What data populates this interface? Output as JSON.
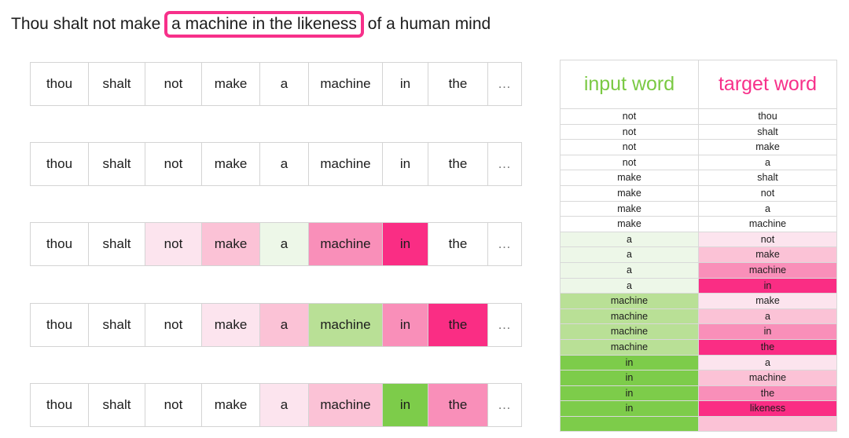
{
  "title": {
    "before": "Thou shalt not make",
    "highlight": "a machine in the likeness",
    "after": "of a human mind",
    "highlight_color": "#f7308a"
  },
  "palette": {
    "green_full": "#7dcc4a",
    "green_mid": "#b9e096",
    "green_light": "#d9eec6",
    "green_faint": "#edf7e8",
    "pink_full": "#fa2d84",
    "pink_mid": "#f98fb9",
    "pink_light": "#fbc2d6",
    "pink_faint": "#fce4ee",
    "white": "#ffffff"
  },
  "strips": {
    "words": [
      "thou",
      "shalt",
      "not",
      "make",
      "a",
      "machine",
      "in",
      "the",
      "…"
    ],
    "rows": [
      {
        "id": "strip-1",
        "highlights": [
          "#ffffff",
          "#ffffff",
          "#ffffff",
          "#ffffff",
          "#ffffff",
          "#ffffff",
          "#ffffff",
          "#ffffff",
          "#ffffff"
        ]
      },
      {
        "id": "strip-2",
        "highlights": [
          "#ffffff",
          "#ffffff",
          "#ffffff",
          "#ffffff",
          "#ffffff",
          "#ffffff",
          "#ffffff",
          "#ffffff",
          "#ffffff"
        ]
      },
      {
        "id": "strip-3",
        "highlights": [
          "#ffffff",
          "#ffffff",
          "#fce4ee",
          "#fbc2d6",
          "#edf7e8",
          "#f98fb9",
          "#fa2d84",
          "#ffffff",
          "#ffffff"
        ]
      },
      {
        "id": "strip-4",
        "highlights": [
          "#ffffff",
          "#ffffff",
          "#ffffff",
          "#fce4ee",
          "#fbc2d6",
          "#b9e096",
          "#f98fb9",
          "#fa2d84",
          "#ffffff"
        ]
      },
      {
        "id": "strip-5",
        "highlights": [
          "#ffffff",
          "#ffffff",
          "#ffffff",
          "#ffffff",
          "#fce4ee",
          "#fbc2d6",
          "#7dcc4a",
          "#f98fb9",
          "#ffffff"
        ]
      }
    ]
  },
  "table": {
    "headers": {
      "input": "input word",
      "target": "target word"
    },
    "rows": [
      {
        "input": "not",
        "target": "thou",
        "input_bg": "#ffffff",
        "target_bg": "#ffffff"
      },
      {
        "input": "not",
        "target": "shalt",
        "input_bg": "#ffffff",
        "target_bg": "#ffffff"
      },
      {
        "input": "not",
        "target": "make",
        "input_bg": "#ffffff",
        "target_bg": "#ffffff"
      },
      {
        "input": "not",
        "target": "a",
        "input_bg": "#ffffff",
        "target_bg": "#ffffff"
      },
      {
        "input": "make",
        "target": "shalt",
        "input_bg": "#ffffff",
        "target_bg": "#ffffff"
      },
      {
        "input": "make",
        "target": "not",
        "input_bg": "#ffffff",
        "target_bg": "#ffffff"
      },
      {
        "input": "make",
        "target": "a",
        "input_bg": "#ffffff",
        "target_bg": "#ffffff"
      },
      {
        "input": "make",
        "target": "machine",
        "input_bg": "#ffffff",
        "target_bg": "#ffffff"
      },
      {
        "input": "a",
        "target": "not",
        "input_bg": "#edf7e8",
        "target_bg": "#fce4ee"
      },
      {
        "input": "a",
        "target": "make",
        "input_bg": "#edf7e8",
        "target_bg": "#fbc2d6"
      },
      {
        "input": "a",
        "target": "machine",
        "input_bg": "#edf7e8",
        "target_bg": "#f98fb9"
      },
      {
        "input": "a",
        "target": "in",
        "input_bg": "#edf7e8",
        "target_bg": "#fa2d84"
      },
      {
        "input": "machine",
        "target": "make",
        "input_bg": "#b9e096",
        "target_bg": "#fce4ee"
      },
      {
        "input": "machine",
        "target": "a",
        "input_bg": "#b9e096",
        "target_bg": "#fbc2d6"
      },
      {
        "input": "machine",
        "target": "in",
        "input_bg": "#b9e096",
        "target_bg": "#f98fb9"
      },
      {
        "input": "machine",
        "target": "the",
        "input_bg": "#b9e096",
        "target_bg": "#fa2d84"
      },
      {
        "input": "in",
        "target": "a",
        "input_bg": "#7dcc4a",
        "target_bg": "#fce4ee"
      },
      {
        "input": "in",
        "target": "machine",
        "input_bg": "#7dcc4a",
        "target_bg": "#fbc2d6"
      },
      {
        "input": "in",
        "target": "the",
        "input_bg": "#7dcc4a",
        "target_bg": "#f98fb9"
      },
      {
        "input": "in",
        "target": "likeness",
        "input_bg": "#7dcc4a",
        "target_bg": "#fa2d84"
      },
      {
        "input": "",
        "target": "",
        "input_bg": "#7dcc4a",
        "target_bg": "#fbc2d6"
      }
    ]
  }
}
